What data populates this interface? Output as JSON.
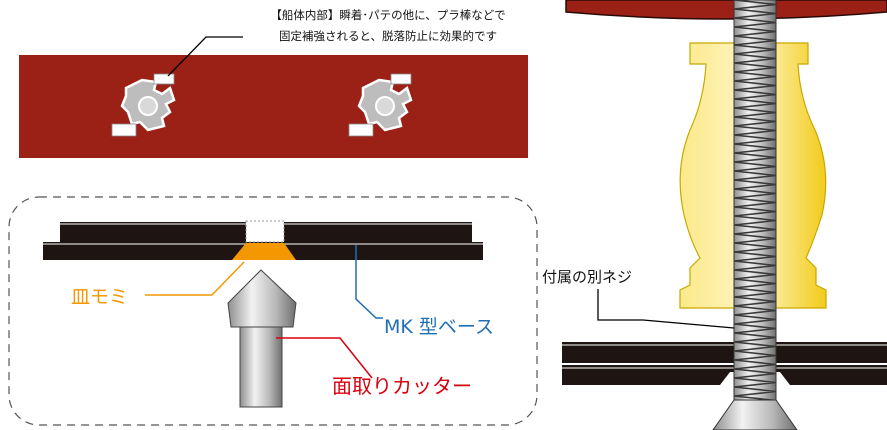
{
  "hull_note": {
    "line1": "【船体内部】瞬着･パテの他に、プラ棒などで",
    "line2": "固定補強されると、脱落防止に効果的です"
  },
  "labels": {
    "countersink_recess": "皿モミ",
    "mk_base": "MK 型ベース",
    "chamfer_cutter": "面取りカッター",
    "separate_screw": "付属の別ネジ"
  },
  "colors": {
    "hull_red": "#9b2116",
    "base_black": "#1e1412",
    "countersink_orange": "#f39800",
    "mk_line_blue": "#1f6fb5",
    "cutter_line_red": "#d7000f",
    "pillar_yellow": "#f5d93a"
  }
}
